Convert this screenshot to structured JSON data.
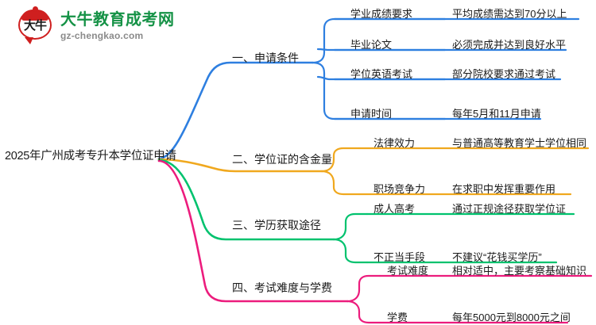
{
  "logo": {
    "mark_text": "大牛",
    "title": "大牛教育成考网",
    "subtitle": "gz-chengkao.com"
  },
  "mindmap": {
    "root": "2025年广州成考专升本学位证申请",
    "branches": [
      {
        "index": "一",
        "label": "一、申请条件",
        "color": "#2E7FE0",
        "items": [
          {
            "label": "学业成绩要求",
            "value": "平均成绩需达到70分以上"
          },
          {
            "label": "毕业论文",
            "value": "必须完成并达到良好水平"
          },
          {
            "label": "学位英语考试",
            "value": "部分院校要求通过考试"
          },
          {
            "label": "申请时间",
            "value": "每年5月和11月申请"
          }
        ]
      },
      {
        "index": "二",
        "label": "二、学位证的含金量",
        "color": "#F0A81E",
        "items": [
          {
            "label": "法律效力",
            "value": "与普通高等教育学士学位相同"
          },
          {
            "label": "职场竞争力",
            "value": "在求职中发挥重要作用"
          }
        ]
      },
      {
        "index": "三",
        "label": "三、学历获取途径",
        "color": "#00C26E",
        "items": [
          {
            "label": "成人高考",
            "value": "通过正规途径获取学位证"
          },
          {
            "label": "不正当手段",
            "value": "不建议“花钱买学历”"
          }
        ]
      },
      {
        "index": "四",
        "label": "四、考试难度与学费",
        "color": "#EC1C7D",
        "items": [
          {
            "label": "考试难度",
            "value": "相对适中，主要考察基础知识"
          },
          {
            "label": "学费",
            "value": "每年5000元到8000元之间"
          }
        ]
      }
    ]
  }
}
